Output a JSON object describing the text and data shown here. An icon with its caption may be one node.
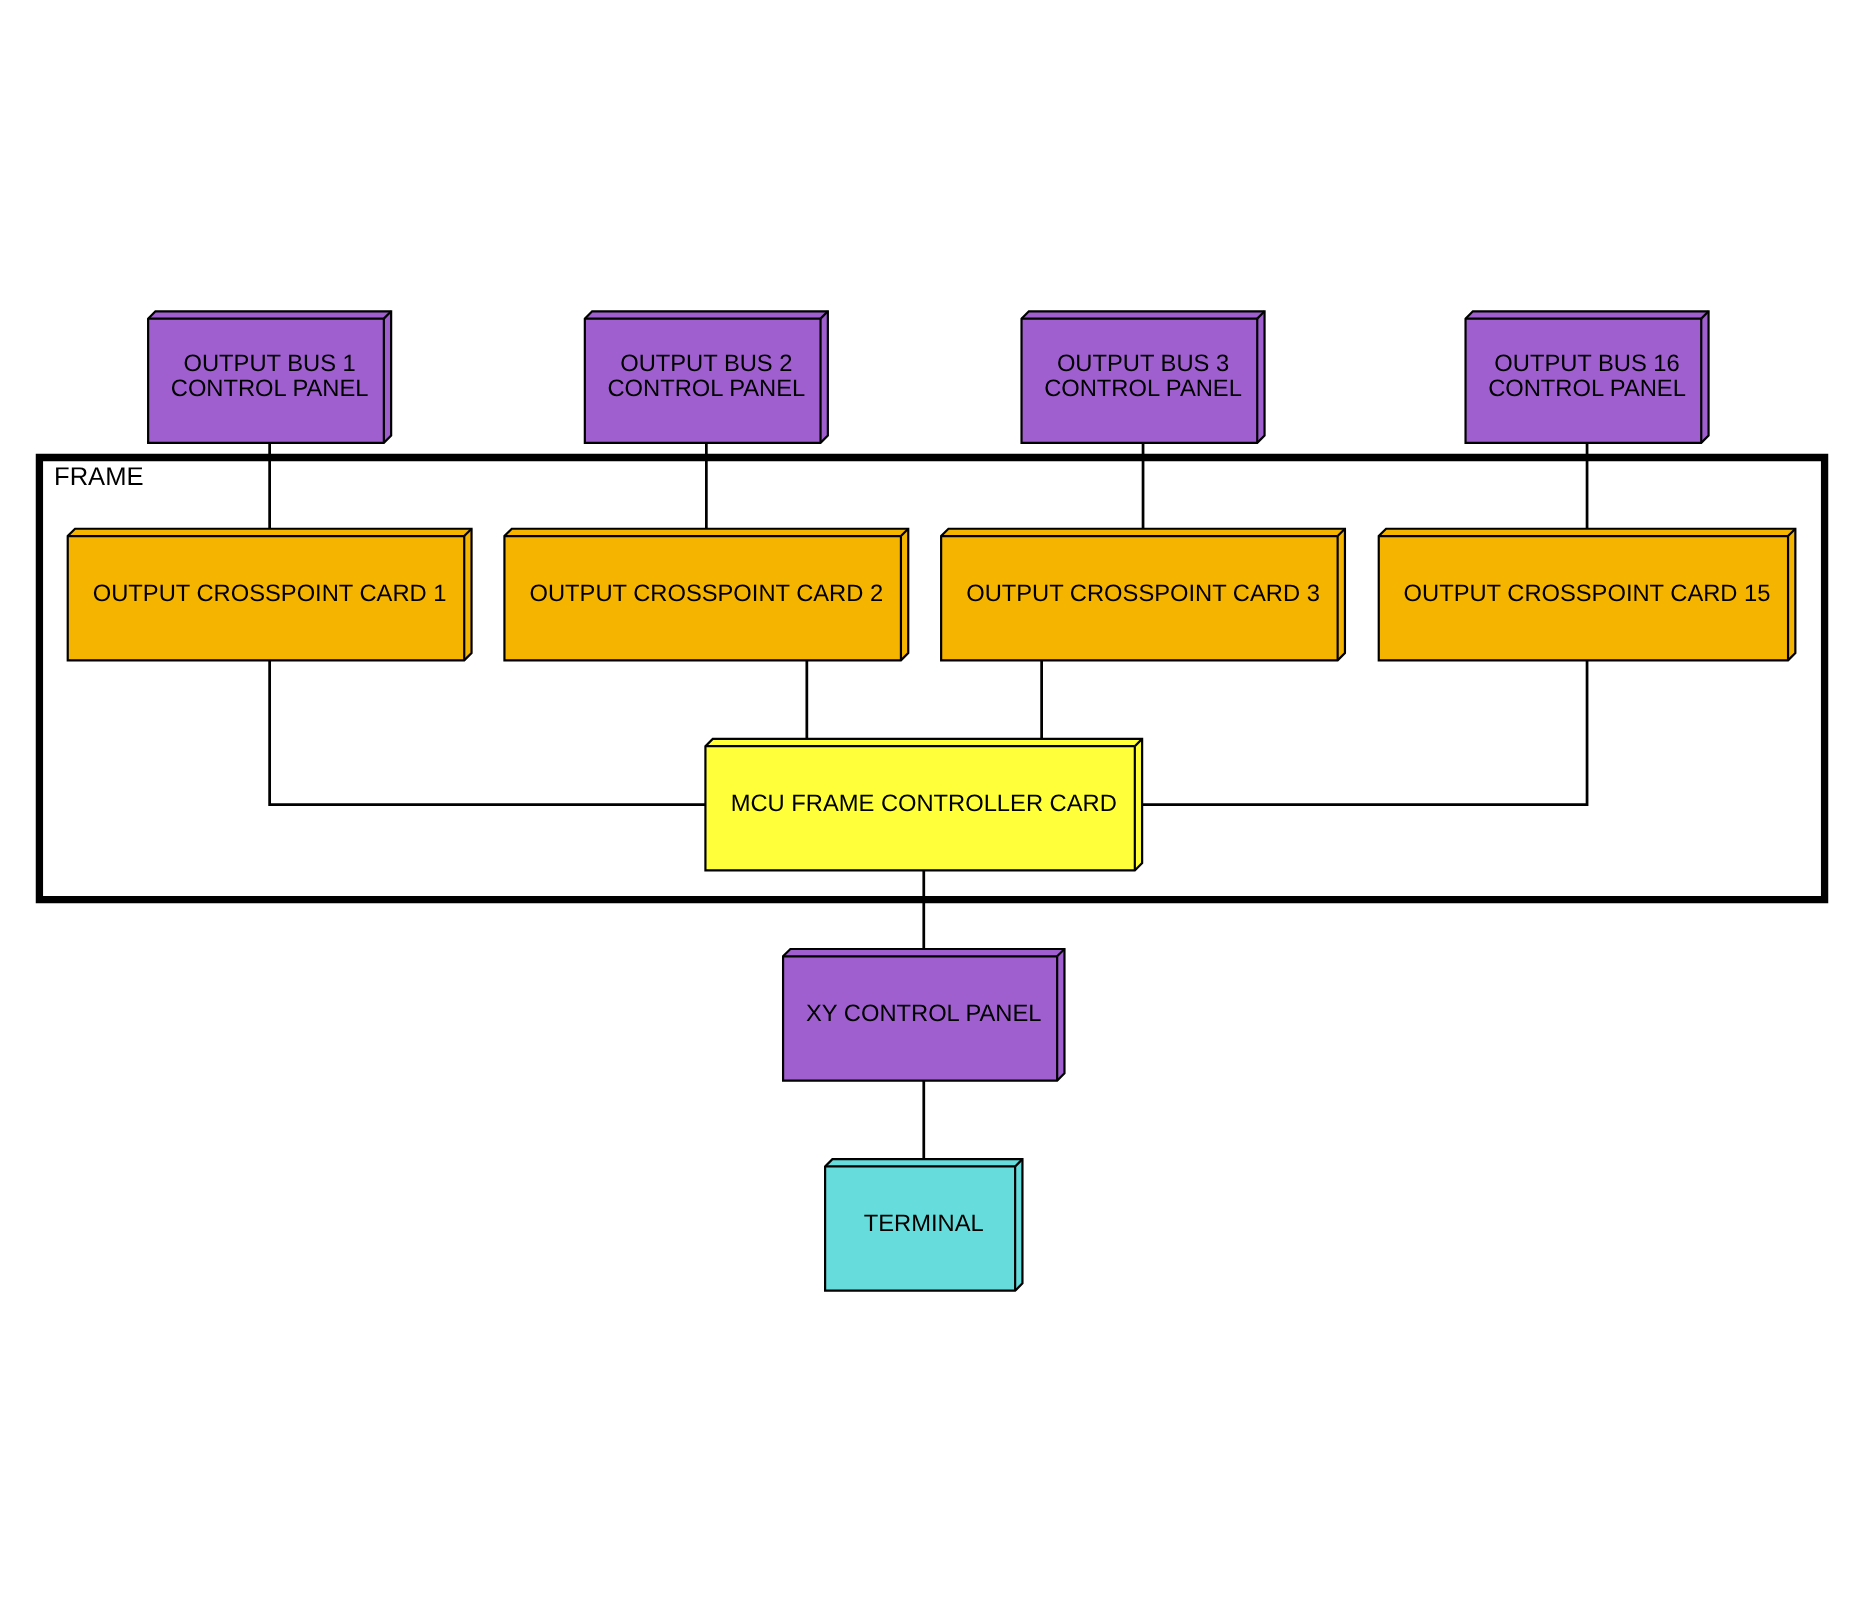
{
  "diagram": {
    "nodes": [
      {
        "text": [
          "OUTPUT BUS 1",
          "CONTROL PANEL"
        ]
      },
      {
        "text": [
          "OUTPUT BUS 2",
          "CONTROL PANEL"
        ]
      },
      {
        "text": [
          "OUTPUT BUS 3",
          "CONTROL PANEL"
        ]
      },
      {
        "text": [
          "OUTPUT BUS 16",
          "CONTROL PANEL"
        ]
      },
      {
        "text": [
          "FRAME"
        ]
      },
      {
        "text": [
          "OUTPUT CROSSPOINT CARD 1"
        ],
        "in": 4
      },
      {
        "text": [
          "OUTPUT CROSSPOINT CARD 2"
        ],
        "in": 4
      },
      {
        "text": [
          "OUTPUT CROSSPOINT CARD 3"
        ],
        "in": 4
      },
      {
        "text": [
          "OUTPUT CROSSPOINT CARD 15"
        ],
        "in": 4
      },
      {
        "text": [
          "MCU FRAME CONTROLLER CARD"
        ],
        "in": 4
      },
      {
        "text": [
          "XY CONTROL PANEL"
        ]
      },
      {
        "text": [
          "TERMINAL"
        ]
      }
    ],
    "edges": [
      {
        "from": 0,
        "to": 5,
        "arrow": "none"
      },
      {
        "from": 1,
        "to": 6,
        "arrow": "none"
      },
      {
        "from": 2,
        "to": 7,
        "arrow": "none"
      },
      {
        "from": 3,
        "to": 8,
        "arrow": "none"
      },
      {
        "from": 5,
        "to": 9,
        "arrow": "none"
      },
      {
        "from": 6,
        "to": 9,
        "arrow": "none"
      },
      {
        "from": 7,
        "to": 9,
        "arrow": "none"
      },
      {
        "from": 8,
        "to": 9,
        "arrow": "none"
      },
      {
        "from": 9,
        "to": 10,
        "arrow": "none"
      },
      {
        "from": 10,
        "to": 11,
        "arrow": "none"
      }
    ]
  }
}
